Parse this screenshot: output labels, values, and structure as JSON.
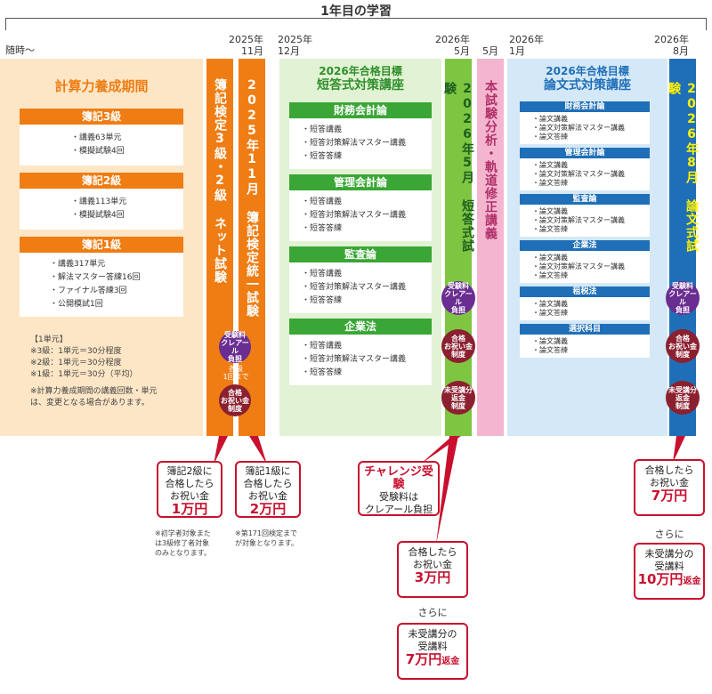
{
  "title": "1年目の学習",
  "dates": {
    "start": "随時～",
    "d1": [
      "2025年",
      "11月"
    ],
    "d2": [
      "2025年",
      "12月"
    ],
    "d3": [
      "2026年",
      "5月"
    ],
    "d4": "5月",
    "d5": [
      "2026年",
      "1月"
    ],
    "d6": [
      "2026年",
      "8月"
    ]
  },
  "boki": {
    "title": "計算力養成期間",
    "sections": [
      {
        "head": "簿記3級",
        "items": [
          "講義63単元",
          "模擬試験4回"
        ]
      },
      {
        "head": "簿記2級",
        "items": [
          "講義113単元",
          "模擬試験4回"
        ]
      },
      {
        "head": "簿記1級",
        "items": [
          "講義317単元",
          "解法マスター答練16回",
          "ファイナル答練3回",
          "公開模試1回"
        ]
      }
    ],
    "notes": [
      "【1単元】",
      "※3級：1単元＝30分程度",
      "※2級：1単元＝30分程度",
      "※1級：1単元＝30分（平均）",
      "",
      "※計算力養成期間の講義回数・単元",
      "は、変更となる場合があります。"
    ]
  },
  "bar_net": "簿記検定3級・2級 ネット試験",
  "bar_toitsu": "2025年11月 簿記検定統一試験",
  "bar_toitsu_note": [
    "各級",
    "1回まで"
  ],
  "tanto": {
    "title": [
      "2026年合格目標",
      "短答式対策講座"
    ],
    "sections": [
      {
        "head": "財務会計論",
        "items": [
          "短答講義",
          "短答対策解法マスター講義",
          "短答答練"
        ]
      },
      {
        "head": "管理会計論",
        "items": [
          "短答講義",
          "短答対策解法マスター講義",
          "短答答練"
        ]
      },
      {
        "head": "監査論",
        "items": [
          "短答講義",
          "短答対策解法マスター講義",
          "短答答練"
        ]
      },
      {
        "head": "企業法",
        "items": [
          "短答講義",
          "短答対策解法マスター講義",
          "短答答練"
        ]
      }
    ]
  },
  "bar_tanto_exam": "2026年5月 短答式試験",
  "bar_analysis": "本試験分析・軌道修正講義",
  "ronbun": {
    "title": [
      "2026年合格目標",
      "論文式対策講座"
    ],
    "sections": [
      {
        "head": "財務会計論",
        "items": [
          "論文講義",
          "論文対策解法マスター講義",
          "論文答練"
        ]
      },
      {
        "head": "管理会計論",
        "items": [
          "論文講義",
          "論文対策解法マスター講義",
          "論文答練"
        ]
      },
      {
        "head": "監査論",
        "items": [
          "論文講義",
          "論文対策解法マスター講義",
          "論文答練"
        ]
      },
      {
        "head": "企業法",
        "items": [
          "論文講義",
          "論文対策解法マスター講義",
          "論文答練"
        ]
      },
      {
        "head": "租税法",
        "items": [
          "論文講義",
          "論文答練"
        ]
      },
      {
        "head": "選択科目",
        "items": [
          "論文講義",
          "論文答練"
        ]
      }
    ]
  },
  "bar_ronbun_exam": "2026年8月 論文式試験",
  "badges": {
    "fee": [
      "受験料",
      "クレアール",
      "負担"
    ],
    "gokaku": [
      "合格",
      "お祝い金",
      "制度"
    ],
    "henkin": [
      "未受講分",
      "返金",
      "制度"
    ]
  },
  "callouts": {
    "c1": [
      "簿記2級に",
      "合格したら",
      "お祝い金",
      "1万円"
    ],
    "c1_note": [
      "※初学者対象また",
      "は3級修了者対象",
      "のみとなります。"
    ],
    "c2": [
      "簿記1級に",
      "合格したら",
      "お祝い金",
      "2万円"
    ],
    "c2_note": [
      "※第171回検定まで",
      "が対象となります。"
    ],
    "challenge": [
      "チャレンジ受験",
      "受験料は",
      "クレアール負担"
    ],
    "c3": [
      "合格したら",
      "お祝い金",
      "3万円"
    ],
    "sarani": "さらに",
    "c4": [
      "未受講分の",
      "受講料",
      "7万円",
      "返金"
    ],
    "c5": [
      "合格したら",
      "お祝い金",
      "7万円"
    ],
    "c6": [
      "未受講分の",
      "受講料",
      "10万円",
      "返金"
    ]
  },
  "colors": {
    "orange": "#ef7d13",
    "green": "#3aa635",
    "blue": "#1f6fb8",
    "pink": "#f4b6cf",
    "lime": "#7ec542",
    "red": "#c8102e"
  }
}
